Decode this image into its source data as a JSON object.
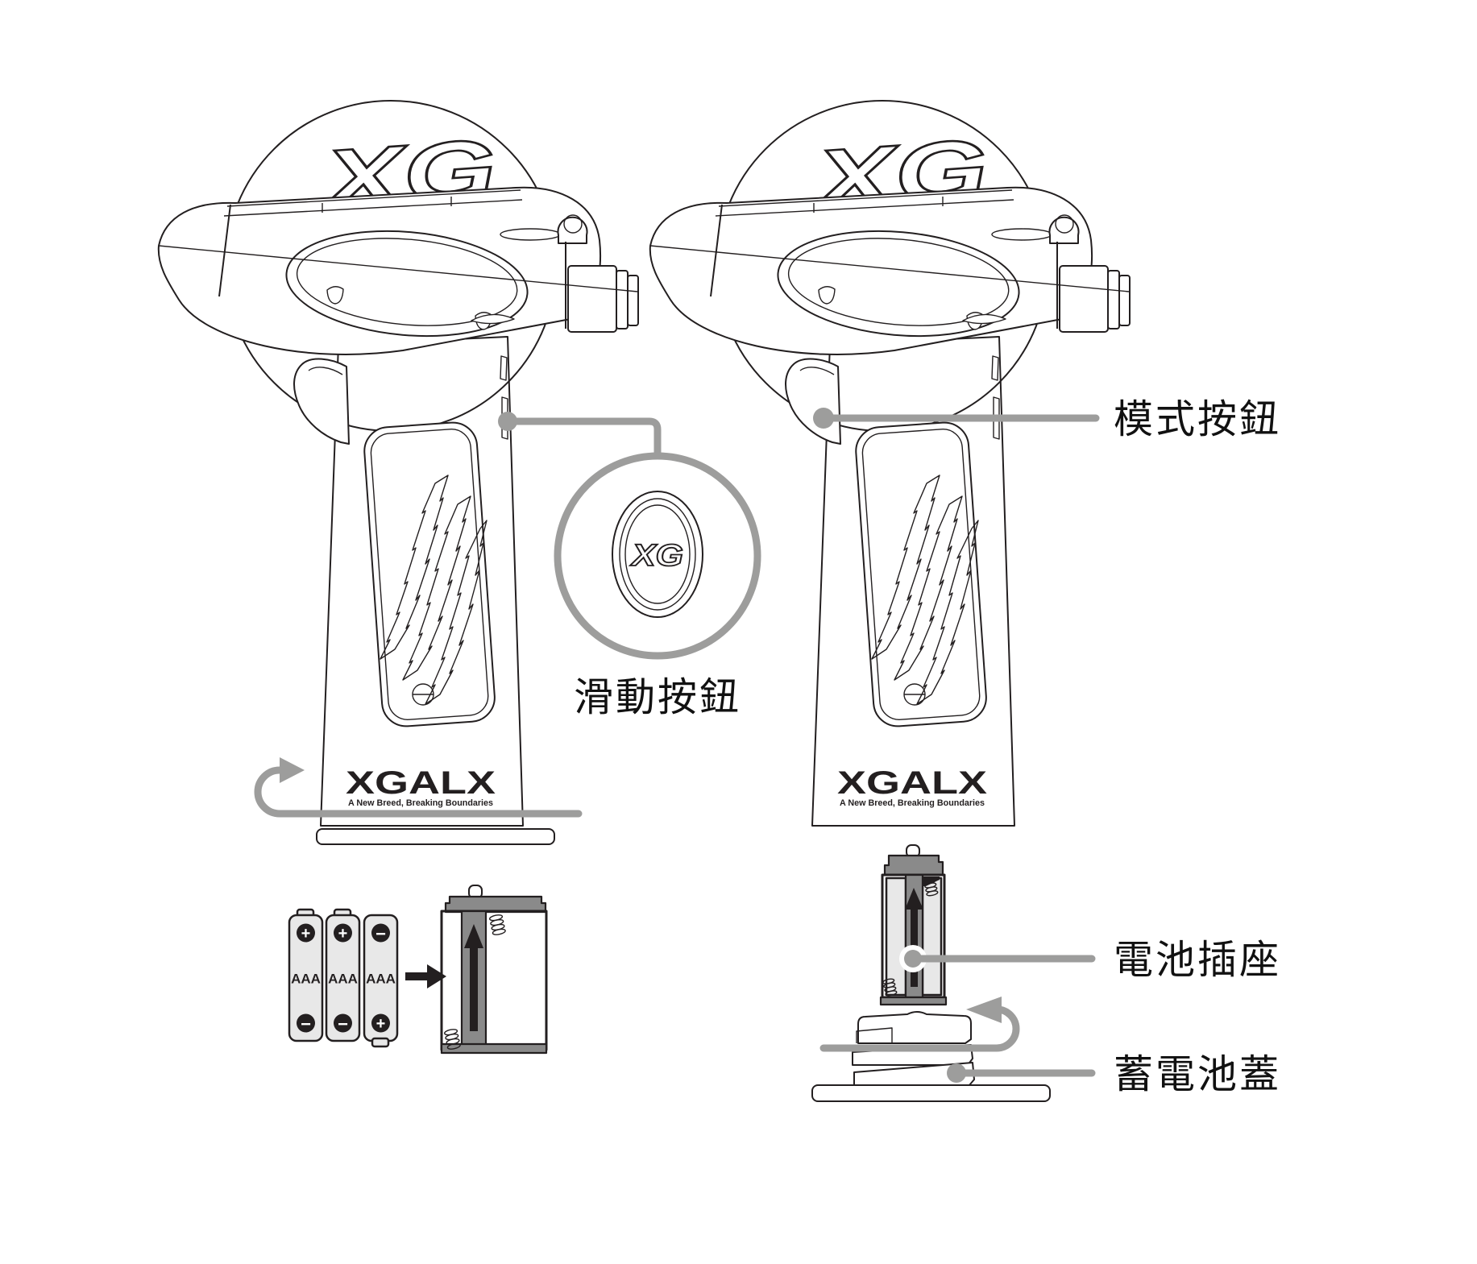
{
  "device": {
    "dome_logo": "XG",
    "grip_logo": "XGALX",
    "grip_tagline": "A New Breed, Breaking Boundaries"
  },
  "callouts": {
    "mode_button": {
      "label": "模式按鈕"
    },
    "slide_button": {
      "label": "滑動按鈕",
      "button_logo": "XG"
    },
    "battery_socket": {
      "label": "電池插座"
    },
    "battery_cover": {
      "label": "蓄電池蓋"
    }
  },
  "battery_diagram": {
    "cells": [
      {
        "label": "AAA",
        "top": "+",
        "bottom": "−"
      },
      {
        "label": "AAA",
        "top": "+",
        "bottom": "−"
      },
      {
        "label": "AAA",
        "top": "−",
        "bottom": "+"
      }
    ]
  },
  "colors": {
    "line": "#231f20",
    "annotation": "#9d9d9c",
    "battery_fill": "#e8e8e8",
    "holder_gray": "#8a8a8a",
    "label_text": "#111111"
  }
}
